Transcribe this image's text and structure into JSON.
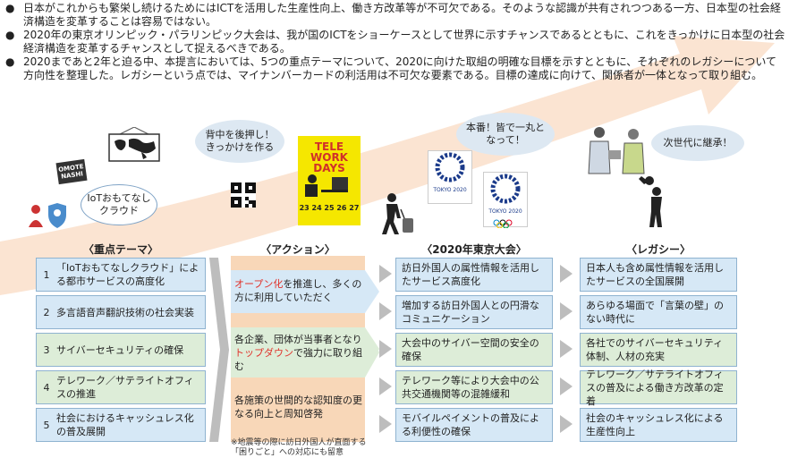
{
  "bullets": [
    {
      "dot": "●",
      "text": "日本がこれからも繁栄し続けるためにはICTを活用した生産性向上、働き方改革等が不可欠である。そのような認識が共有されつつある一方、日本型の社会経済構造を変革することは容易ではない。"
    },
    {
      "dot": "●",
      "text": "2020年の東京オリンピック・パラリンピック大会は、我が国のICTをショーケースとして世界に示すチャンスであるとともに、これをきっかけに日本型の社会経済構造を変革するチャンスとして捉えるべきである。"
    },
    {
      "dot": "●",
      "text": "2020まであと2年と迫る中、本提言においては、5つの重点テーマについて、2020に向けた取組の明確な目標を示すとともに、それぞれのレガシーについて方向性を整理した。レガシーという点では、マイナンバーカードの利活用は不可欠な要素である。目標の達成に向けて、関係者が一体となって取り組む。"
    }
  ],
  "bubbles": {
    "push": "背中を後押し！\nきっかけを作る",
    "together": "本番！皆で一丸と\nなって！",
    "legacy": "次世代に継承！"
  },
  "cloud": "IoTおもてなし\nクラウド",
  "omote": "OMOTE\nNASHI",
  "telework_card": {
    "title": "TELE\nWORK\nDAYS",
    "dates": "23 24 25 26 27"
  },
  "tokyo_para": "TOKYO 2020",
  "tokyo_oly": "TOKYO 2020",
  "colors": {
    "blue_cell": "#d6e8f6",
    "green_cell": "#ddedd8",
    "action_bg": "#f8d7b8",
    "arrow_bg": "#fbe4d2",
    "highlight": "#e0322b"
  },
  "headers": {
    "themes": "〈重点テーマ〉",
    "actions": "〈アクション〉",
    "games": "〈2020年東京大会〉",
    "legacy": "〈レガシー〉"
  },
  "themes": [
    {
      "num": "1",
      "text": "「IoTおもてなしクラウド」による都市サービスの高度化"
    },
    {
      "num": "2",
      "text": "多言語音声翻訳技術の社会実装"
    },
    {
      "num": "3",
      "text": "サイバーセキュリティの確保"
    },
    {
      "num": "4",
      "text": "テレワーク／サテライトオフィスの推進"
    },
    {
      "num": "5",
      "text": "社会におけるキャッシュレス化の普及展開"
    }
  ],
  "actions": [
    {
      "pre": "",
      "hl": "オープン化",
      "post": "を推進し、多くの方に利用していただく"
    },
    {
      "pre": "各企業、団体が当事者となり",
      "hl": "トップダウン",
      "post": "で強力に取り組む"
    },
    {
      "pre": "各施策の世間的な認知度の更なる向上と周知啓発",
      "hl": "",
      "post": ""
    }
  ],
  "games": [
    "訪日外国人の属性情報を活用したサービス高度化",
    "増加する訪日外国人との円滑なコミュニケーション",
    "大会中のサイバー空間の安全の確保",
    "テレワーク等により大会中の公共交通機関等の混雑緩和",
    "モバイルペイメントの普及による利便性の確保"
  ],
  "legacy": [
    "日本人も含め属性情報を活用したサービスの全国展開",
    "あらゆる場面で「言葉の壁」のない時代に",
    "各社でのサイバーセキュリティ体制、人材の充実",
    "テレワーク／サテライトオフィスの普及による働き方改革の定着",
    "社会のキャッシュレス化による生産性向上"
  ],
  "note": "※地震等の際に訪日外国人が直面する\n「困りごと」への対応にも留意"
}
